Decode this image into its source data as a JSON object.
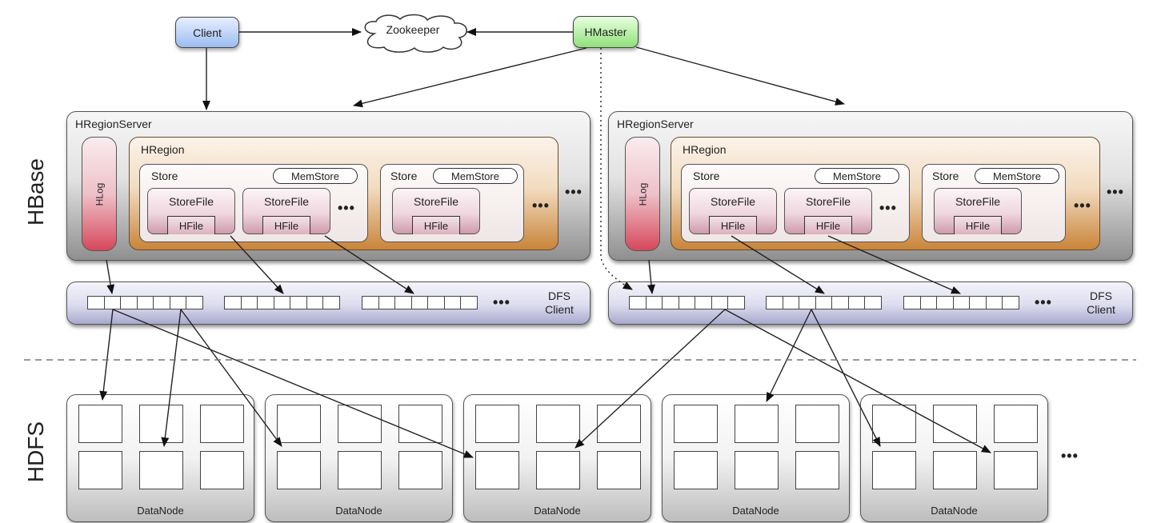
{
  "title_labels": {
    "hbase": "HBase",
    "hdfs": "HDFS"
  },
  "top": {
    "client": "Client",
    "zookeeper": "Zookeeper",
    "hmaster": "HMaster"
  },
  "region_servers": [
    {
      "title": "HRegionServer",
      "hlog": "HLog",
      "hregion": "HRegion",
      "stores": [
        {
          "title": "Store",
          "memstore": "MemStore",
          "storefiles": [
            {
              "title": "StoreFile",
              "hfile": "HFile"
            },
            {
              "title": "StoreFile",
              "hfile": "HFile"
            }
          ],
          "more": "•••"
        },
        {
          "title": "Store",
          "memstore": "MemStore",
          "storefiles": [
            {
              "title": "StoreFile",
              "hfile": "HFile"
            }
          ]
        }
      ],
      "more_stores": "•••",
      "more_regions": "•••",
      "dfs_client": {
        "line1": "DFS",
        "line2": "Client",
        "more": "•••"
      }
    },
    {
      "title": "HRegionServer",
      "hlog": "HLog",
      "hregion": "HRegion",
      "stores": [
        {
          "title": "Store",
          "memstore": "MemStore",
          "storefiles": [
            {
              "title": "StoreFile",
              "hfile": "HFile"
            },
            {
              "title": "StoreFile",
              "hfile": "HFile"
            }
          ],
          "more": "•••"
        },
        {
          "title": "Store",
          "memstore": "MemStore",
          "storefiles": [
            {
              "title": "StoreFile",
              "hfile": "HFile"
            }
          ]
        }
      ],
      "more_stores": "•••",
      "more_regions": "•••",
      "dfs_client": {
        "line1": "DFS",
        "line2": "Client",
        "more": "•••"
      }
    }
  ],
  "datanodes": [
    {
      "label": "DataNode"
    },
    {
      "label": "DataNode"
    },
    {
      "label": "DataNode"
    },
    {
      "label": "DataNode"
    },
    {
      "label": "DataNode"
    }
  ],
  "datanodes_more": "•••",
  "colors": {
    "client": "#9bbcf0",
    "hmaster": "#8fe07a",
    "hlog": "#d6485c",
    "hregion": "#c98439",
    "dfs_client": "#a9a9cf"
  }
}
